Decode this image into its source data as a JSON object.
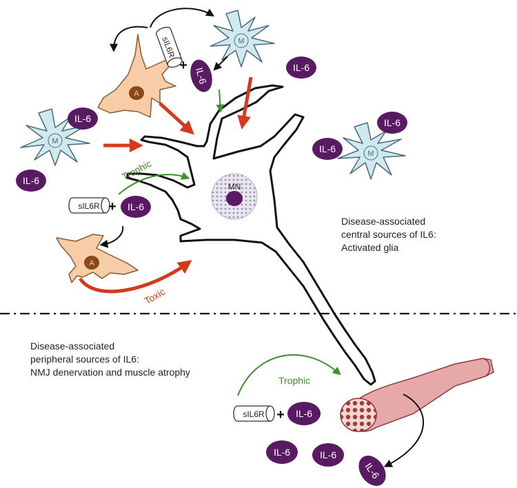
{
  "colors": {
    "il6": "#5a1a63",
    "microglia": "#cfe9ef",
    "astrocyte": "#f6cda6",
    "astro_nucleus": "#8a4a16",
    "muscle": "#d48c8c",
    "trophic": "#3f8f2a",
    "toxic": "#d33a1e",
    "black": "#111111"
  },
  "labels": {
    "il6": "IL-6",
    "sil6r": "sIL6R",
    "plus": "+",
    "microglia_letter": "M",
    "astrocyte_letter": "A",
    "mn": "MN",
    "trophic_top": "Trophic",
    "toxic": "Toxic",
    "trophic_bottom": "Trophic"
  },
  "central_caption": {
    "line1": "Disease-associated",
    "line2": "central sources of IL6:",
    "line3": "Activated glia"
  },
  "peripheral_caption": {
    "line1": "Disease-associated",
    "line2": "peripheral sources of IL6:",
    "line3": "NMJ denervation and muscle atrophy"
  }
}
